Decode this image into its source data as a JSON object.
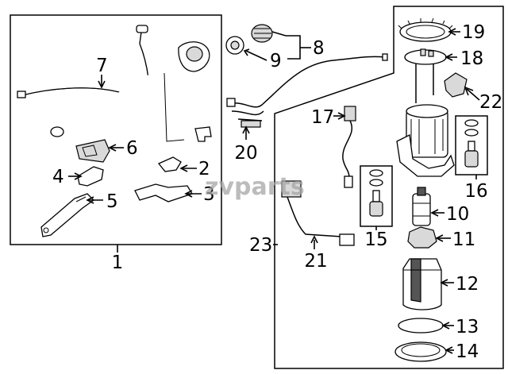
{
  "watermark": "zvparts",
  "callouts": [
    {
      "id": "1",
      "label": "1"
    },
    {
      "id": "2",
      "label": "2"
    },
    {
      "id": "3",
      "label": "3"
    },
    {
      "id": "4",
      "label": "4"
    },
    {
      "id": "5",
      "label": "5"
    },
    {
      "id": "6",
      "label": "6"
    },
    {
      "id": "7",
      "label": "7"
    },
    {
      "id": "8",
      "label": "8"
    },
    {
      "id": "9",
      "label": "9"
    },
    {
      "id": "10",
      "label": "10"
    },
    {
      "id": "11",
      "label": "11"
    },
    {
      "id": "12",
      "label": "12"
    },
    {
      "id": "13",
      "label": "13"
    },
    {
      "id": "14",
      "label": "14"
    },
    {
      "id": "15",
      "label": "15"
    },
    {
      "id": "16",
      "label": "16"
    },
    {
      "id": "17",
      "label": "17"
    },
    {
      "id": "18",
      "label": "18"
    },
    {
      "id": "19",
      "label": "19"
    },
    {
      "id": "20",
      "label": "20"
    },
    {
      "id": "21",
      "label": "21"
    },
    {
      "id": "22",
      "label": "22"
    },
    {
      "id": "23",
      "label": "23"
    }
  ]
}
